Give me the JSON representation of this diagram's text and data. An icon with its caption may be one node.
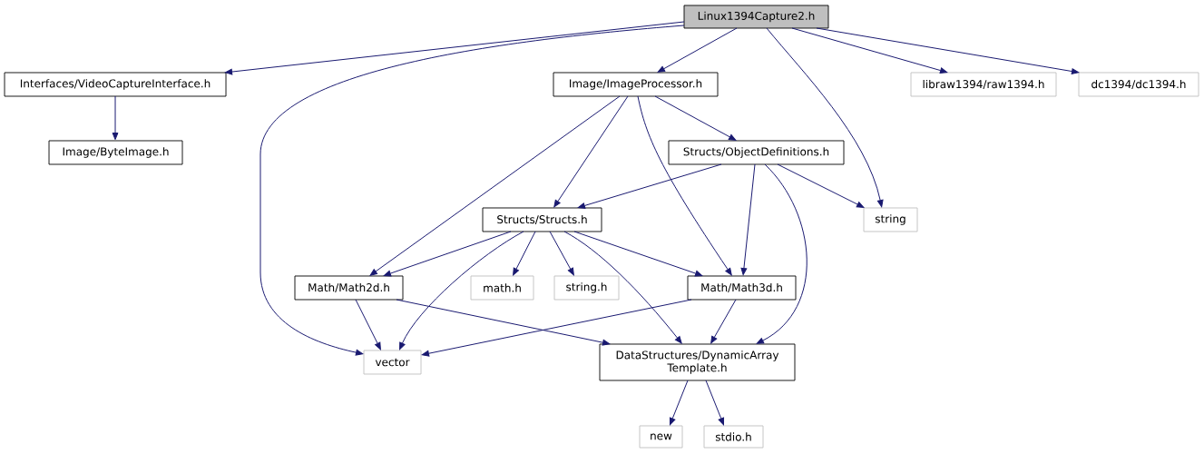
{
  "diagram": {
    "nodes": [
      {
        "text": [
          "Linux1394Capture2.h"
        ]
      },
      {
        "text": [
          "Interfaces/VideoCaptureInterface.h"
        ]
      },
      {
        "text": [
          "Image/ByteImage.h"
        ]
      },
      {
        "text": [
          "Image/ImageProcessor.h"
        ]
      },
      {
        "text": [
          "libraw1394/raw1394.h"
        ]
      },
      {
        "text": [
          "dc1394/dc1394.h"
        ]
      },
      {
        "text": [
          "Structs/ObjectDefinitions.h"
        ]
      },
      {
        "text": [
          "string"
        ]
      },
      {
        "text": [
          "Structs/Structs.h"
        ]
      },
      {
        "text": [
          "Math/Math2d.h"
        ]
      },
      {
        "text": [
          "math.h"
        ]
      },
      {
        "text": [
          "string.h"
        ]
      },
      {
        "text": [
          "Math/Math3d.h"
        ]
      },
      {
        "text": [
          "vector"
        ]
      },
      {
        "text": [
          "DataStructures/DynamicArray Template.h"
        ]
      },
      {
        "text": [
          "new"
        ]
      },
      {
        "text": [
          "stdio.h"
        ]
      }
    ],
    "edges": [
      {
        "from": 0,
        "to": 1,
        "arrow": "to"
      },
      {
        "from": 0,
        "to": 3,
        "arrow": "to"
      },
      {
        "from": 0,
        "to": 13,
        "arrow": "to"
      },
      {
        "from": 0,
        "to": 7,
        "arrow": "to"
      },
      {
        "from": 0,
        "to": 4,
        "arrow": "to"
      },
      {
        "from": 0,
        "to": 5,
        "arrow": "to"
      },
      {
        "from": 1,
        "to": 2,
        "arrow": "to"
      },
      {
        "from": 3,
        "to": 6,
        "arrow": "to"
      },
      {
        "from": 3,
        "to": 8,
        "arrow": "to"
      },
      {
        "from": 3,
        "to": 9,
        "arrow": "to"
      },
      {
        "from": 3,
        "to": 12,
        "arrow": "to"
      },
      {
        "from": 6,
        "to": 8,
        "arrow": "to"
      },
      {
        "from": 6,
        "to": 12,
        "arrow": "to"
      },
      {
        "from": 6,
        "to": 7,
        "arrow": "to"
      },
      {
        "from": 6,
        "to": 14,
        "arrow": "to"
      },
      {
        "from": 8,
        "to": 9,
        "arrow": "to"
      },
      {
        "from": 8,
        "to": 13,
        "arrow": "to"
      },
      {
        "from": 8,
        "to": 10,
        "arrow": "to"
      },
      {
        "from": 8,
        "to": 11,
        "arrow": "to"
      },
      {
        "from": 8,
        "to": 14,
        "arrow": "to"
      },
      {
        "from": 8,
        "to": 12,
        "arrow": "to"
      },
      {
        "from": 9,
        "to": 13,
        "arrow": "to"
      },
      {
        "from": 9,
        "to": 14,
        "arrow": "to"
      },
      {
        "from": 12,
        "to": 13,
        "arrow": "to"
      },
      {
        "from": 12,
        "to": 14,
        "arrow": "to"
      },
      {
        "from": 14,
        "to": 15,
        "arrow": "to"
      },
      {
        "from": 14,
        "to": 16,
        "arrow": "to"
      }
    ]
  }
}
